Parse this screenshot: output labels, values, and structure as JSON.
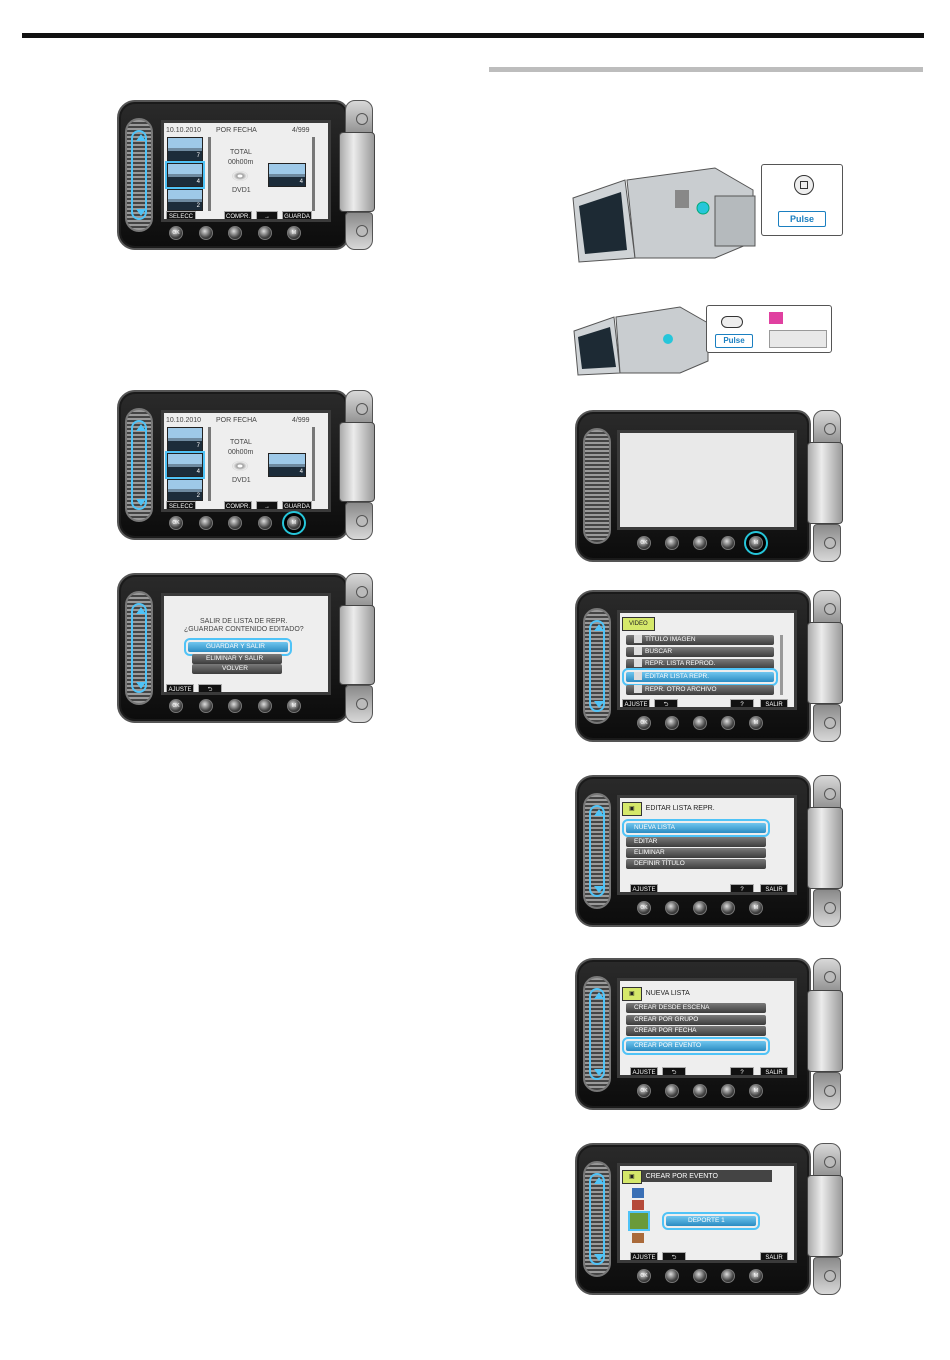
{
  "left": {
    "scr1": {
      "date": "10.10.2010",
      "mode": "POR FECHA",
      "count": "4/999",
      "total": "TOTAL",
      "time": "00h00m",
      "disc": "DVD1",
      "thumbs": [
        "7",
        "4",
        "2",
        "4"
      ],
      "soft": [
        "SELECC",
        "COMPR.",
        "→",
        "GUARDA"
      ]
    },
    "scr2": {
      "date": "10.10.2010",
      "mode": "POR FECHA",
      "count": "4/999",
      "total": "TOTAL",
      "time": "00h00m",
      "disc": "DVD1",
      "thumbs": [
        "7",
        "4",
        "2",
        "4"
      ],
      "soft": [
        "SELECC",
        "COMPR.",
        "→",
        "GUARDA"
      ]
    },
    "scr3": {
      "line1": "SALIR DE LISTA DE REPR.",
      "line2": "¿GUARDAR CONTENIDO EDITADO?",
      "opts": [
        "GUARDAR Y SALIR",
        "ELIMINAR Y SALIR",
        "VOLVER"
      ],
      "soft": [
        "AJUSTE",
        "⮌"
      ]
    }
  },
  "right": {
    "photo1": {
      "pulse": "Pulse"
    },
    "photo2": {
      "pulse": "Pulse"
    },
    "scr4": {},
    "scr5": {
      "head": "VIDEO",
      "items": [
        "TÍTULO IMAGEN",
        "BUSCAR",
        "REPR. LISTA REPROD.",
        "EDITAR LISTA REPR.",
        "REPR. OTRO ARCHIVO"
      ],
      "soft": [
        "AJUSTE",
        "⮌",
        "?",
        "SALIR"
      ]
    },
    "scr6": {
      "head": "EDITAR LISTA REPR.",
      "items": [
        "NUEVA LISTA",
        "EDITAR",
        "ELIMINAR",
        "DEFINIR TÍTULO"
      ],
      "soft": [
        "AJUSTE",
        "?",
        "SALIR"
      ]
    },
    "scr7": {
      "head": "NUEVA LISTA",
      "items": [
        "CREAR DESDE ESCENA",
        "CREAR POR GRUPO",
        "CREAR POR FECHA",
        "CREAR POR EVENTO"
      ],
      "soft": [
        "AJUSTE",
        "⮌",
        "?",
        "SALIR"
      ]
    },
    "scr8": {
      "head": "CREAR POR EVENTO",
      "value": "DEPORTE 1",
      "soft": [
        "AJUSTE",
        "⮌",
        "SALIR"
      ]
    }
  }
}
